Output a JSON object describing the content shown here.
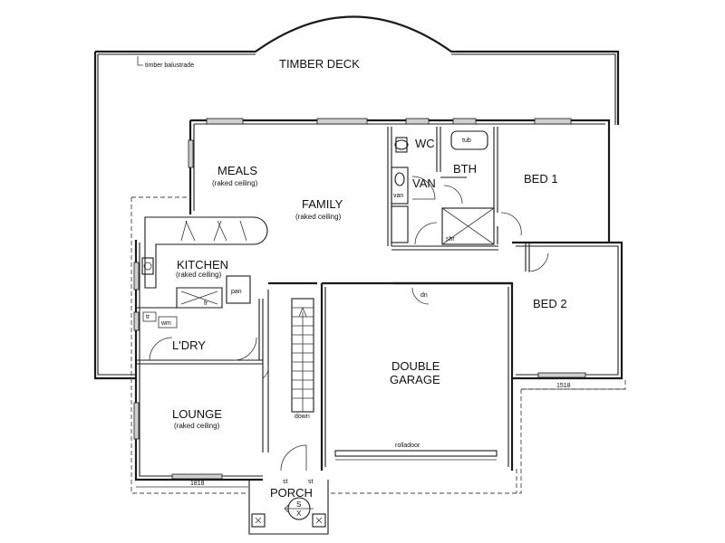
{
  "labels": {
    "timber_balustrade": "timber balustrade",
    "timber_deck": "TIMBER DECK",
    "meals": "MEALS",
    "meals_note": "(raked ceiling)",
    "family": "FAMILY",
    "family_note": "(raked ceiling)",
    "wc": "WC",
    "tub": "tub",
    "bth": "BTH",
    "van": "VAN",
    "van_small": "van",
    "shr": "shr",
    "bed1": "BED 1",
    "kitchen": "KITCHEN",
    "kitchen_note": "(raked ceiling)",
    "pan": "pan",
    "fr": "fr",
    "tr": "tr",
    "wm": "wm",
    "dn_top": "dn",
    "bed2": "BED 2",
    "ldry": "L'DRY",
    "double_garage": "DOUBLE",
    "double_garage_2": "GARAGE",
    "dim_1518": "1518",
    "lounge": "LOUNGE",
    "lounge_note": "(raked ceiling)",
    "down": "down",
    "rolladoor": "rolladoor",
    "dim_1818": "1818",
    "porch": "PORCH",
    "porch_s": "S",
    "porch_x": "X",
    "st_left": "st",
    "st_right": "st"
  }
}
